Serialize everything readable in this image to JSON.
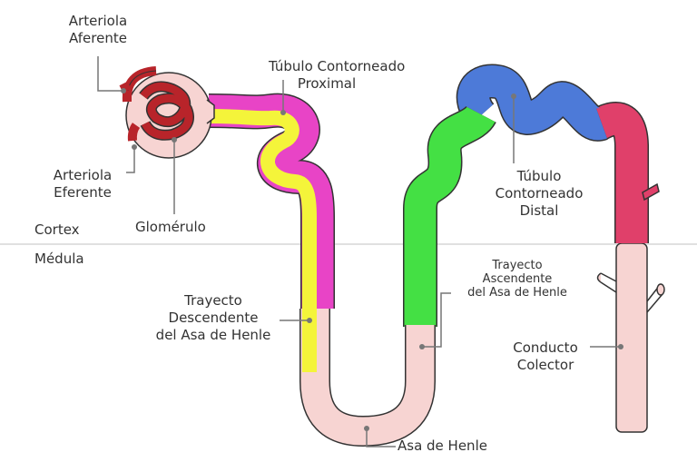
{
  "regions": {
    "cortex": "Cortex",
    "medulla": "Médula"
  },
  "labels": {
    "afferent_arteriole": [
      "Arteriola",
      "Aferente"
    ],
    "efferent_arteriole": [
      "Arteriola",
      "Eferente"
    ],
    "glomerulus": "Glomérulo",
    "proximal_tubule": [
      "Túbulo Contorneado",
      "Proximal"
    ],
    "distal_tubule": [
      "Túbulo",
      "Contorneado",
      "Distal"
    ],
    "descending_limb": [
      "Trayecto",
      "Descendente",
      "del Asa de Henle"
    ],
    "ascending_limb": [
      "Trayecto",
      "Ascendente",
      "del Asa de Henle"
    ],
    "loop_of_henle": "Asa de Henle",
    "collecting_duct": [
      "Conducto",
      "Colector"
    ]
  },
  "colors": {
    "arteriole": "#b8242a",
    "capsule": "#f7d4d2",
    "proximal": "#e844c6",
    "descending": "#f4f43a",
    "thick_ascending": "#44e044",
    "distal": "#4d7ad8",
    "connecting": "#e0406a",
    "duct": "#f7d4d2"
  }
}
